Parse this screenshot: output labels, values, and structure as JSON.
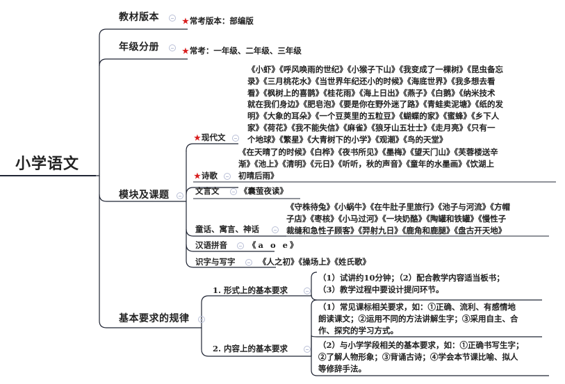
{
  "root": {
    "label": "小学语文"
  },
  "textbook": {
    "label": "教材版本",
    "star": "★",
    "note": "常考版本：部编版"
  },
  "grade": {
    "label": "年级分册",
    "star": "★",
    "note": "常考：一年级、二年级、三年级"
  },
  "modules": {
    "label": "模块及课题",
    "items": [
      {
        "label": "现代文",
        "starred": true,
        "star": "★",
        "content_lines": [
          "《小虾》《呼风唤雨的世纪》《小猴子下山》《我变成了一棵树》《昆虫备忘",
          "录》《三月桃花水》《当世界年纪还小的时候》《海底世界》《我多想去看",
          "看》《枫树上的喜鹊》《桂花雨》《海上日出》《燕子》《白鹅》《纳米技术",
          "就在我们身边》《肥皂泡》《要是你在野外迷了路》《青蛙卖泥塘》《纸的发",
          "明》《大象的耳朵》《一个豆荚里的五粒豆》《蝴蝶的家》《蜜蜂》《乡下人",
          "家》《荷花》《我不能失信》《麻雀》《狼牙山五壮士》《走月亮》《只有一",
          "个地球》《繁星》《大青树下的小学》《观潮》《鸟的天堂》"
        ]
      },
      {
        "label": "诗歌",
        "starred": true,
        "star": "★",
        "content_lines": [
          "《在天晴了的时候》《白桦》《夜书所见》《墨梅》《望天门山》《芙蓉楼送辛",
          "渐》《池上》《清明》《元日》《听听，秋的声音》《童年的水墨画》《饮湖上",
          "初晴后雨》"
        ]
      },
      {
        "label": "文言文",
        "starred": false,
        "content_lines": [
          "《囊萤夜读》"
        ]
      },
      {
        "label": "童话、寓言、神话",
        "starred": false,
        "content_lines": [
          "《守株待兔》《小蜗牛》《在牛肚子里旅行》《池子与河流》《方帽",
          "子店》《枣核》《小马过河》《一块奶酪》《陶罐和铁罐》《慢性子",
          "裁缝和急性子顾客》《羿射九日》《鹿角和鹿腿》《盘古开天地》"
        ]
      },
      {
        "label": "汉语拼音",
        "starred": false,
        "content_lines": [
          "《a o e》"
        ]
      },
      {
        "label": "识字与写字",
        "starred": false,
        "content_lines": [
          "《人之初》《操场上》《姓氏歌》"
        ]
      }
    ]
  },
  "rules": {
    "label": "基本要求的规律",
    "items": [
      {
        "label": "1. 形式上的基本要求",
        "content_lines": [
          "（1）试讲约10分钟；（2）配合教学内容适当板书；",
          "（3）教学过程中要设计提问环节。"
        ]
      },
      {
        "label": "2. 内容上的基本要求",
        "content_lines": [
          "（1）常见课标相关要求，如：①正确、流利、有感情地",
          "朗读课文；②运用不同的方法讲解生字；③采用自主、合",
          "作、探究的学习方式。"
        ],
        "content_lines_2": [
          "（2）与小学学段相关的基本要求，如：①正确书写生字；",
          "②了解人物形象；③背诵古诗；④学会本节课比喻、拟人",
          "等修辞手法。"
        ]
      }
    ]
  },
  "colors": {
    "line": "#1f2433",
    "star": "#d81e1e",
    "toggle": "#b9bfd6"
  }
}
